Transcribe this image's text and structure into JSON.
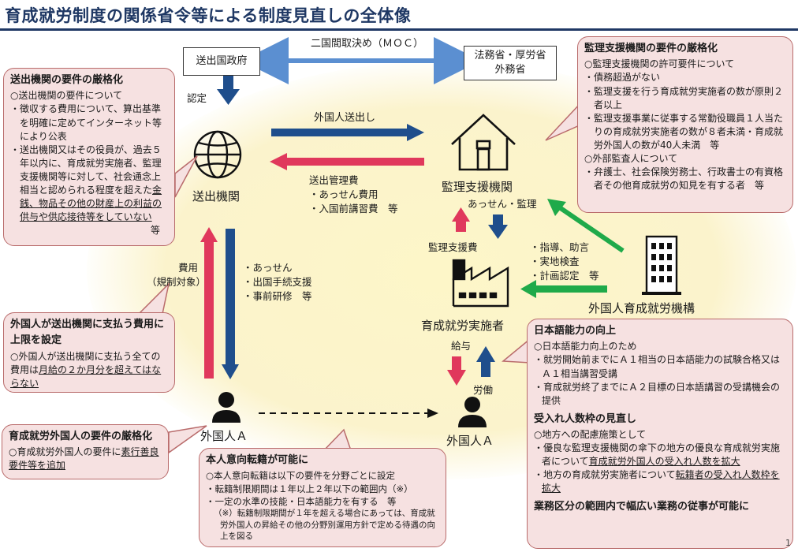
{
  "title": "育成就労制度の関係省令等による制度見直しの全体像",
  "page_number": "1",
  "nodes": {
    "sending_gov": "送出国政府",
    "ministries_1": "法務省・厚労省",
    "ministries_2": "外務省",
    "sending_org": "送出機関",
    "supervising_org": "監理支援機関",
    "implementer": "育成就労実施者",
    "organization": "外国人育成就労機構",
    "worker_a_left": "外国人Ａ",
    "worker_a_right": "外国人Ａ"
  },
  "labels": {
    "moc": "二国間取決め（ＭＯＣ）",
    "certification": "認定",
    "dispatch": "外国人送出し",
    "mgmt_fee": "送出管理費",
    "mgmt_fee_items": [
      "・あっせん費用",
      "・入国前講習費　等"
    ],
    "mediation": "あっせん・監理",
    "support_fee": "監理支援費",
    "guidance": [
      "・指導、助言",
      "・実地検査",
      "・計画認定　等"
    ],
    "cost_1": "費用",
    "cost_2": "（規制対象）",
    "services": [
      "・あっせん",
      "・出国手続支援",
      "・事前研修　等"
    ],
    "salary": "給与",
    "labor": "労働"
  },
  "callouts": {
    "sending_req": {
      "heading": "送出機関の要件の厳格化",
      "sub": "○送出機関の要件について",
      "item1": "・徴収する費用について、算出基準を明確に定めてインターネット等により公表",
      "item2_plain": "・送出機関又はその役員が、過去５年以内に、育成就労実施者、監理支援機関等に対して、社会通念上相当と認められる程度を超えた",
      "item2_underlined": "金銭、物品その他の財産上の利益の供与や供応接待等をしていない",
      "item2_end": "等"
    },
    "supervising_req": {
      "heading": "監理支援機関の要件の厳格化",
      "sub1": "○監理支援機関の許可要件について",
      "items1": [
        "・債務超過がない",
        "・監理支援を行う育成就労実施者の数が原則２者以上",
        "・監理支援事業に従事する常勤役職員１人当たりの育成就労実施者の数が８者未満・育成就労外国人の数が40人未満　等"
      ],
      "sub2": "○外部監査人について",
      "items2": [
        "・弁護士、社会保険労務士、行政書士の有資格者その他育成就労の知見を有する者　等"
      ]
    },
    "fee_cap": {
      "heading1": "外国人が送出機関に支払う費用に",
      "heading2": "上限を設定",
      "text_plain": "○外国人が送出機関に支払う全ての費用は",
      "text_underlined": "月給の２か月分を超えてはならない"
    },
    "worker_req": {
      "heading": "育成就労外国人の要件の厳格化",
      "text_plain": "○育成就労外国人の要件に",
      "text_underlined": "素行善良要件等を追加"
    },
    "transfer": {
      "heading": "本人意向転籍が可能に",
      "sub": "○本人意向転籍は以下の要件を分野ごとに設定",
      "items": [
        "・転籍制限期間は１年以上２年以下の範囲内（※）",
        "・一定の水準の技能・日本語能力を有する　等"
      ],
      "note": "（※）転籍制限期間が１年を超える場合にあっては、育成就労外国人の昇給その他の分野別運用方針で定める待遇の向上を図る"
    },
    "japanese": {
      "heading": "日本語能力の向上",
      "sub": "○日本語能力向上のため",
      "items": [
        "・就労開始前までにＡ１相当の日本語能力の試験合格又はＡ１相当講習受講",
        "・育成就労終了までにＡ２目標の日本語講習の受講機会の提供"
      ],
      "heading2": "受入れ人数枠の見直し",
      "sub2": "○地方への配慮施策として",
      "item3_plain": "・優良な監理支援機関の傘下の地方の優良な育成就労実施者について",
      "item3_underlined": "育成就労外国人の受入れ人数を拡大",
      "item4_plain": "・地方の育成就労実施者について",
      "item4_underlined": "転籍者の受入れ人数枠を拡大",
      "heading3": "業務区分の範囲内で幅広い業務の従事が可能に"
    }
  },
  "colors": {
    "title": "#1f3864",
    "navy_arrow": "#1f4e8c",
    "red_arrow": "#e0385c",
    "green_arrow": "#1faa4a",
    "moc_arrow": "#5b8fd1",
    "callout_fill": "#f6e1e1",
    "callout_border": "#b96b6b"
  }
}
